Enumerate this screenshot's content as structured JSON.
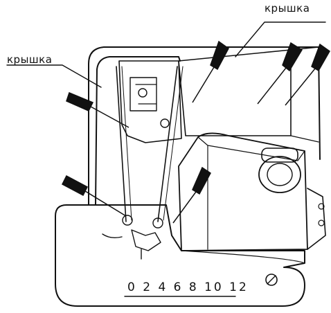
{
  "labels": {
    "cover_top": "крышка",
    "cover_left": "крышка"
  },
  "code": "0 2 4 6 8 10 12",
  "colors": {
    "ink": "#111111",
    "background": "#ffffff"
  }
}
